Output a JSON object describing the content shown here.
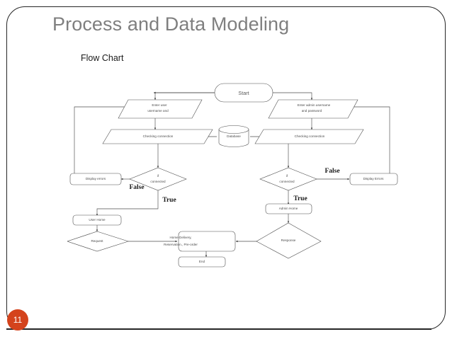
{
  "slide": {
    "title": "Process and Data Modeling",
    "subtitle": "Flow Chart",
    "number": "11",
    "accent_color": "#d4431c",
    "title_color": "#7f7f7f",
    "frame_color": "#262626"
  },
  "chart_data": {
    "type": "diagram",
    "title": "Flow Chart",
    "nodes": [
      {
        "id": "start",
        "label": "Start",
        "shape": "terminator"
      },
      {
        "id": "enter_user",
        "label_lines": [
          "Enter user",
          "username and"
        ],
        "shape": "parallelogram"
      },
      {
        "id": "enter_admin",
        "label_lines": [
          "Enter admin username",
          "and password"
        ],
        "shape": "parallelogram"
      },
      {
        "id": "check_left",
        "label": "Checking  connection",
        "shape": "parallelogram"
      },
      {
        "id": "check_right",
        "label": "Checking  connection",
        "shape": "parallelogram"
      },
      {
        "id": "database",
        "label": "Database",
        "shape": "cylinder"
      },
      {
        "id": "if_connected_left",
        "label_lines": [
          "if",
          "connected"
        ],
        "shape": "diamond"
      },
      {
        "id": "if_connected_right",
        "label_lines": [
          "if",
          "connected"
        ],
        "shape": "diamond"
      },
      {
        "id": "display_errors_left",
        "label": "Display errors",
        "shape": "rounded-rect"
      },
      {
        "id": "display_errors_right",
        "label": "Display Errors",
        "shape": "rounded-rect"
      },
      {
        "id": "user_home",
        "label": "User Home",
        "shape": "rounded-rect"
      },
      {
        "id": "admin_home",
        "label": "Admin Home",
        "shape": "rounded-rect"
      },
      {
        "id": "request",
        "label": "Request",
        "shape": "diamond"
      },
      {
        "id": "response",
        "label": "Response",
        "shape": "diamond"
      },
      {
        "id": "services",
        "label_lines": [
          "Home Delivery,",
          "Reservation., Pre-order"
        ],
        "shape": "rounded-rect"
      },
      {
        "id": "end",
        "label": "End",
        "shape": "rounded-rect"
      }
    ],
    "edge_labels": [
      {
        "id": "false_left",
        "label": "False"
      },
      {
        "id": "true_left",
        "label": "True"
      },
      {
        "id": "false_right",
        "label": "False"
      },
      {
        "id": "true_right",
        "label": "True"
      }
    ],
    "edges": [
      {
        "from": "start",
        "to": "enter_user"
      },
      {
        "from": "start",
        "to": "enter_admin"
      },
      {
        "from": "enter_user",
        "to": "check_left"
      },
      {
        "from": "enter_admin",
        "to": "check_right"
      },
      {
        "from": "database",
        "to": "check_left"
      },
      {
        "from": "database",
        "to": "check_right"
      },
      {
        "from": "check_left",
        "to": "if_connected_left"
      },
      {
        "from": "check_right",
        "to": "if_connected_right"
      },
      {
        "from": "if_connected_left",
        "to": "display_errors_left",
        "label": "False"
      },
      {
        "from": "if_connected_left",
        "to": "user_home",
        "label": "True"
      },
      {
        "from": "if_connected_right",
        "to": "display_errors_right",
        "label": "False"
      },
      {
        "from": "if_connected_right",
        "to": "admin_home",
        "label": "True"
      },
      {
        "from": "display_errors_left",
        "to": "enter_user"
      },
      {
        "from": "display_errors_right",
        "to": "enter_admin"
      },
      {
        "from": "user_home",
        "to": "request"
      },
      {
        "from": "admin_home",
        "to": "response"
      },
      {
        "from": "request",
        "to": "services"
      },
      {
        "from": "response",
        "to": "services"
      },
      {
        "from": "services",
        "to": "end"
      }
    ]
  }
}
